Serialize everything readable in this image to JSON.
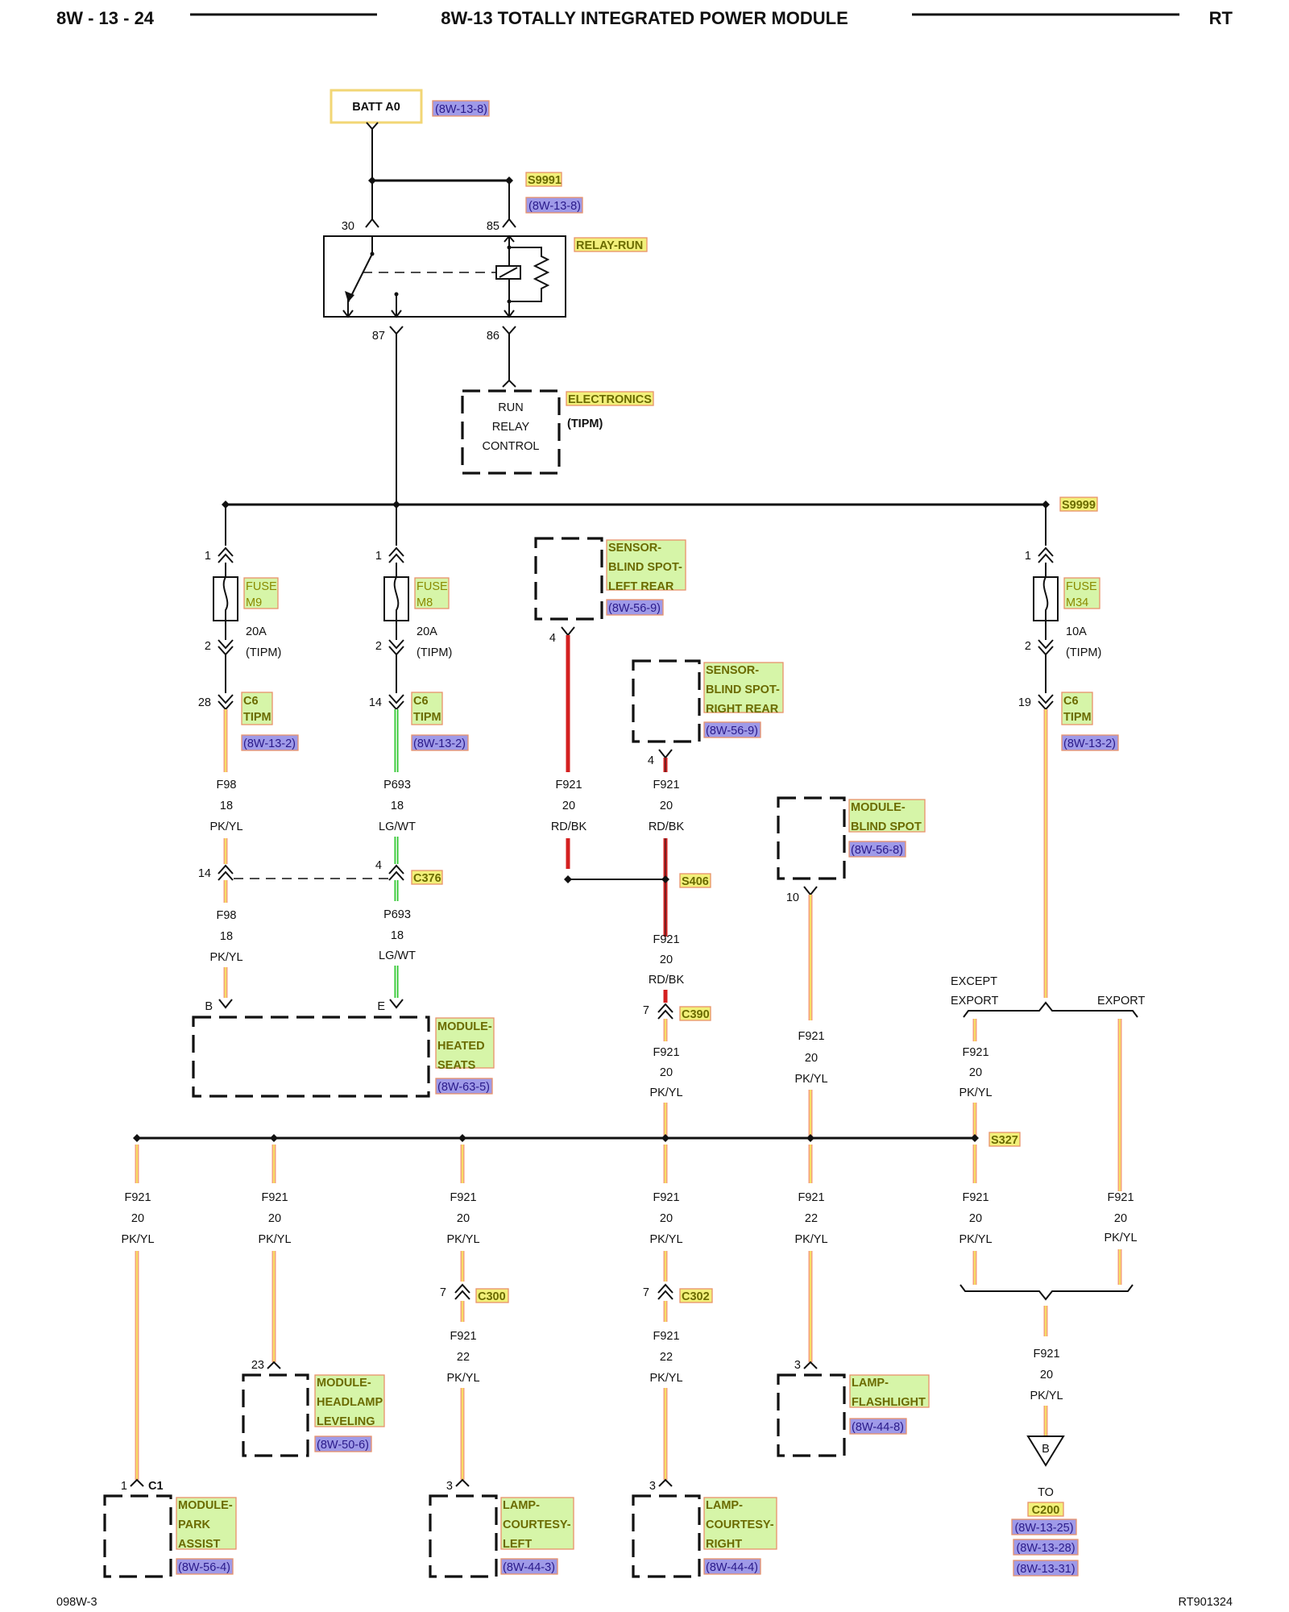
{
  "header": {
    "left": "8W - 13 - 24",
    "title": "8W-13 TOTALLY INTEGRATED POWER MODULE",
    "right": "RT"
  },
  "footer": {
    "left": "098W-3",
    "right": "RT901324"
  },
  "batt": {
    "label": "BATT A0",
    "ref": "(8W-13-8)"
  },
  "splice_s9991": {
    "label": "S9991",
    "ref": "(8W-13-8)"
  },
  "relay": {
    "label": "RELAY-RUN",
    "pin30": "30",
    "pin85": "85",
    "pin87": "87",
    "pin86": "86"
  },
  "run_relay_control": {
    "line1": "RUN",
    "line2": "RELAY",
    "line3": "CONTROL",
    "label": "ELECTRONICS",
    "sub": "(TIPM)"
  },
  "splice_s9999": {
    "label": "S9999"
  },
  "fuse_m9": {
    "pin_top": "1",
    "line1": "FUSE",
    "line2": "M9",
    "pin_bottom": "2",
    "rating": "20A",
    "sub": "(TIPM)"
  },
  "fuse_m8": {
    "pin_top": "1",
    "line1": "FUSE",
    "line2": "M8",
    "pin_bottom": "2",
    "rating": "20A",
    "sub": "(TIPM)"
  },
  "fuse_m34": {
    "pin_top": "1",
    "line1": "FUSE",
    "line2": "M34",
    "pin_bottom": "2",
    "rating": "10A",
    "sub": "(TIPM)"
  },
  "c6_a": {
    "pin": "28",
    "line1": "C6",
    "line2": "TIPM",
    "ref": "(8W-13-2)"
  },
  "c6_b": {
    "pin": "14",
    "line1": "C6",
    "line2": "TIPM",
    "ref": "(8W-13-2)"
  },
  "c6_c": {
    "pin": "19",
    "line1": "C6",
    "line2": "TIPM",
    "ref": "(8W-13-2)"
  },
  "sensor_left": {
    "line1": "SENSOR-",
    "line2": "BLIND SPOT-",
    "line3": "LEFT REAR",
    "ref": "(8W-56-9)",
    "pin": "4"
  },
  "sensor_right": {
    "line1": "SENSOR-",
    "line2": "BLIND SPOT-",
    "line3": "RIGHT REAR",
    "ref": "(8W-56-9)",
    "pin": "4"
  },
  "module_blind_spot": {
    "line1": "MODULE-",
    "line2": "BLIND SPOT",
    "ref": "(8W-56-8)",
    "pin": "10"
  },
  "wire_f98_a": {
    "circuit": "F98",
    "gauge": "18",
    "color": "PK/YL"
  },
  "wire_f98_b": {
    "circuit": "F98",
    "gauge": "18",
    "color": "PK/YL"
  },
  "wire_p693_a": {
    "circuit": "P693",
    "gauge": "18",
    "color": "LG/WT"
  },
  "wire_p693_b": {
    "circuit": "P693",
    "gauge": "18",
    "color": "LG/WT"
  },
  "wire_sl": {
    "circuit": "F921",
    "gauge": "20",
    "color": "RD/BK"
  },
  "wire_sr": {
    "circuit": "F921",
    "gauge": "20",
    "color": "RD/BK"
  },
  "wire_s406": {
    "circuit": "F921",
    "gauge": "20",
    "color": "RD/BK"
  },
  "wire_c390": {
    "circuit": "F921",
    "gauge": "20",
    "color": "PK/YL"
  },
  "wire_mbs": {
    "circuit": "F921",
    "gauge": "20",
    "color": "PK/YL"
  },
  "wire_except": {
    "circuit": "F921",
    "gauge": "20",
    "color": "PK/YL"
  },
  "c376": {
    "pin_left": "14",
    "pin_right": "4",
    "label": "C376"
  },
  "s406": {
    "label": "S406"
  },
  "c390": {
    "pin": "7",
    "label": "C390"
  },
  "heated_seats": {
    "pin_b": "B",
    "pin_e": "E",
    "line1": "MODULE-",
    "line2": "HEATED",
    "line3": "SEATS",
    "ref": "(8W-63-5)"
  },
  "export_split": {
    "except_line1": "EXCEPT",
    "except_line2": "EXPORT",
    "export": "EXPORT"
  },
  "s327": {
    "label": "S327"
  },
  "bus_wires": [
    {
      "circuit": "F921",
      "gauge": "20",
      "color": "PK/YL"
    },
    {
      "circuit": "F921",
      "gauge": "20",
      "color": "PK/YL"
    },
    {
      "circuit": "F921",
      "gauge": "20",
      "color": "PK/YL"
    },
    {
      "circuit": "F921",
      "gauge": "20",
      "color": "PK/YL"
    },
    {
      "circuit": "F921",
      "gauge": "22",
      "color": "PK/YL"
    },
    {
      "circuit": "F921",
      "gauge": "20",
      "color": "PK/YL"
    },
    {
      "circuit": "F921",
      "gauge": "20",
      "color": "PK/YL"
    }
  ],
  "c300": {
    "pin": "7",
    "label": "C300"
  },
  "c302": {
    "pin": "7",
    "label": "C302"
  },
  "wire_c300_below": {
    "circuit": "F921",
    "gauge": "22",
    "color": "PK/YL"
  },
  "wire_c302_below": {
    "circuit": "F921",
    "gauge": "22",
    "color": "PK/YL"
  },
  "wire_to_c200": {
    "circuit": "F921",
    "gauge": "20",
    "color": "PK/YL"
  },
  "park_assist": {
    "pin": "1",
    "conn": "C1",
    "line1": "MODULE-",
    "line2": "PARK",
    "line3": "ASSIST",
    "ref": "(8W-56-4)"
  },
  "headlamp_leveling": {
    "pin": "23",
    "line1": "MODULE-",
    "line2": "HEADLAMP",
    "line3": "LEVELING",
    "ref": "(8W-50-6)"
  },
  "courtesy_left": {
    "pin": "3",
    "line1": "LAMP-",
    "line2": "COURTESY-",
    "line3": "LEFT",
    "ref": "(8W-44-3)"
  },
  "courtesy_right": {
    "pin": "3",
    "line1": "LAMP-",
    "line2": "COURTESY-",
    "line3": "RIGHT",
    "ref": "(8W-44-4)"
  },
  "flashlight": {
    "pin": "3",
    "line1": "LAMP-",
    "line2": "FLASHLIGHT",
    "ref": "(8W-44-8)"
  },
  "to_c200": {
    "marker": "B",
    "to": "TO",
    "conn": "C200",
    "refs": [
      "(8W-13-25)",
      "(8W-13-28)",
      "(8W-13-31)"
    ]
  }
}
